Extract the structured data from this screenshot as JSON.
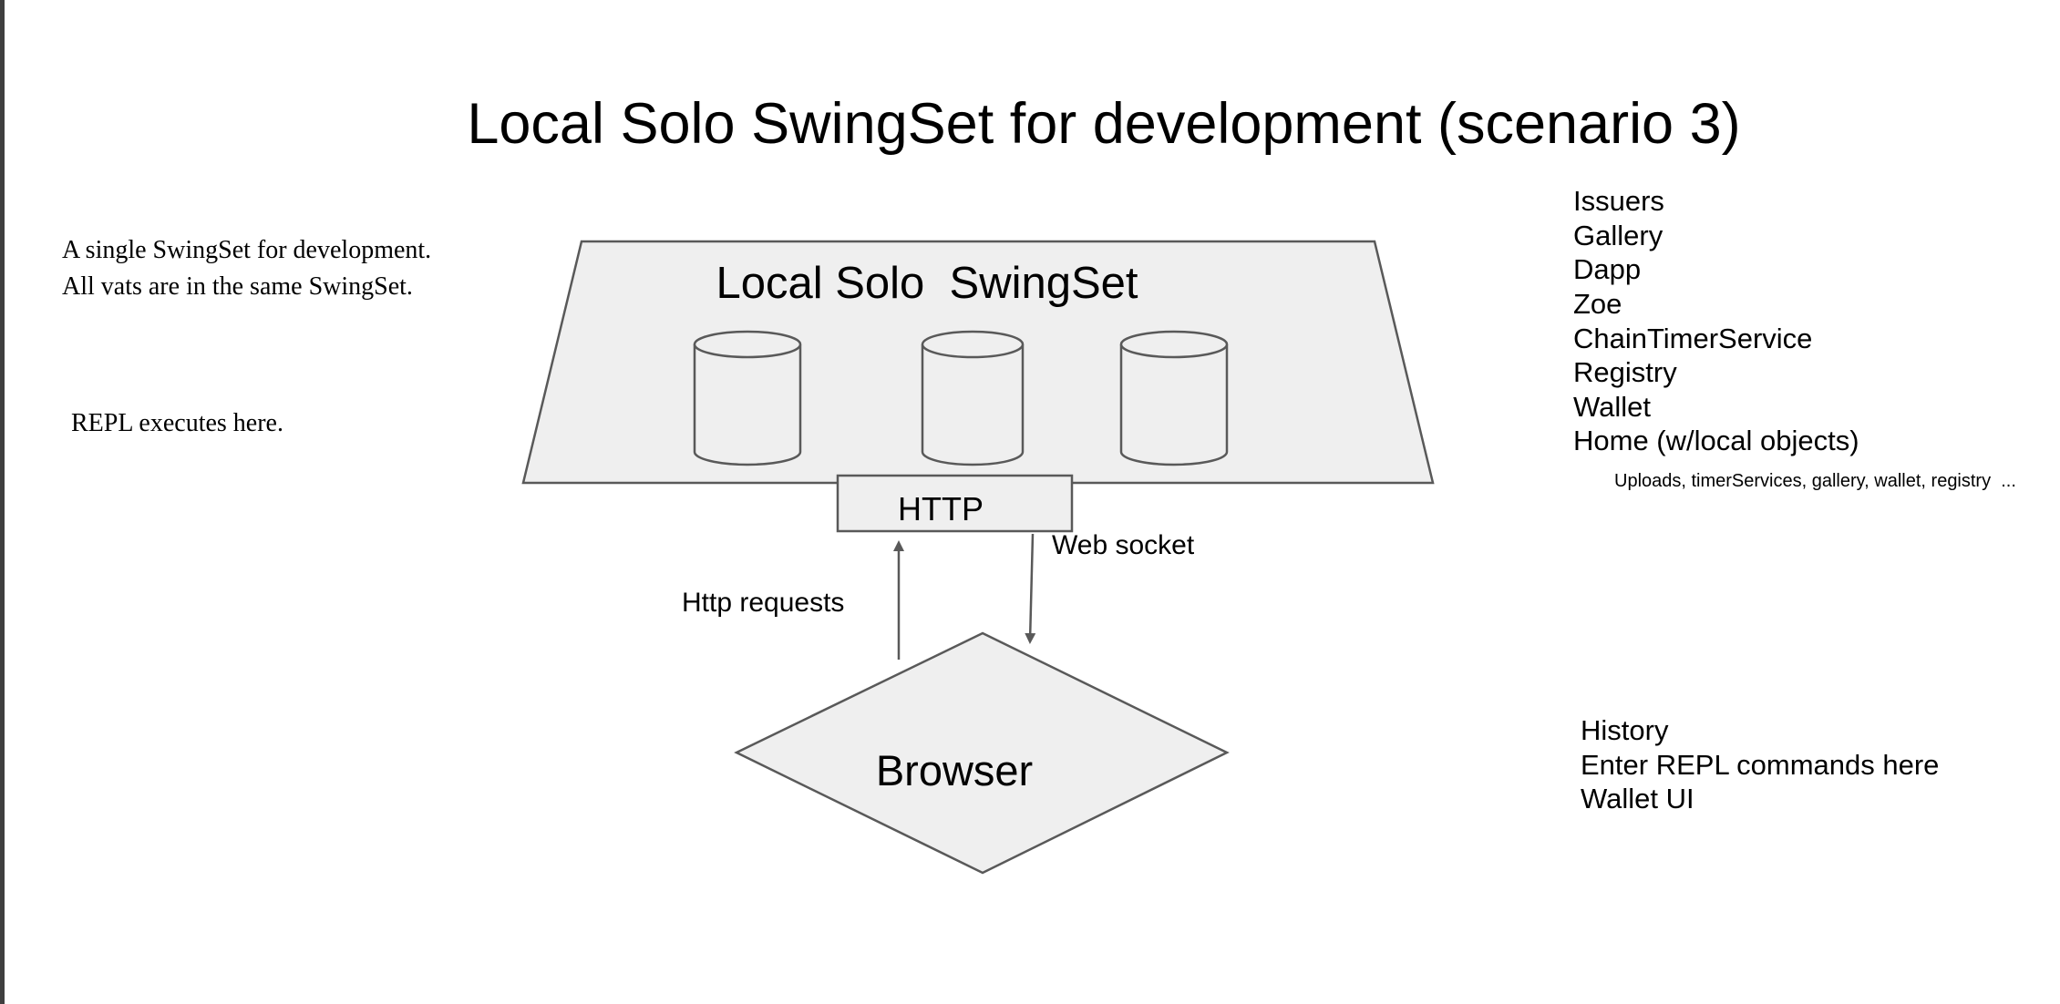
{
  "title": "Local Solo SwingSet for development (scenario 3)",
  "left_notes": {
    "description_lines": [
      "A single SwingSet for development.",
      "All vats are in the same SwingSet."
    ],
    "repl_note": "REPL executes here."
  },
  "swingset": {
    "label": "Local Solo  SwingSet",
    "fill_color": "#efefef",
    "stroke_color": "#595959"
  },
  "http_box": {
    "label": "HTTP"
  },
  "connections": {
    "http_requests_label": "Http requests",
    "web_socket_label": "Web socket"
  },
  "browser": {
    "label": "Browser"
  },
  "swingset_objects": {
    "items": [
      "Issuers",
      "Gallery",
      "Dapp",
      "Zoe",
      "ChainTimerService",
      "Registry",
      "Wallet",
      "Home (w/local objects)"
    ],
    "sub_note": "Uploads, timerServices, gallery, wallet, registry  ..."
  },
  "browser_features": {
    "items": [
      "History",
      "Enter REPL commands here",
      "Wallet UI"
    ]
  }
}
